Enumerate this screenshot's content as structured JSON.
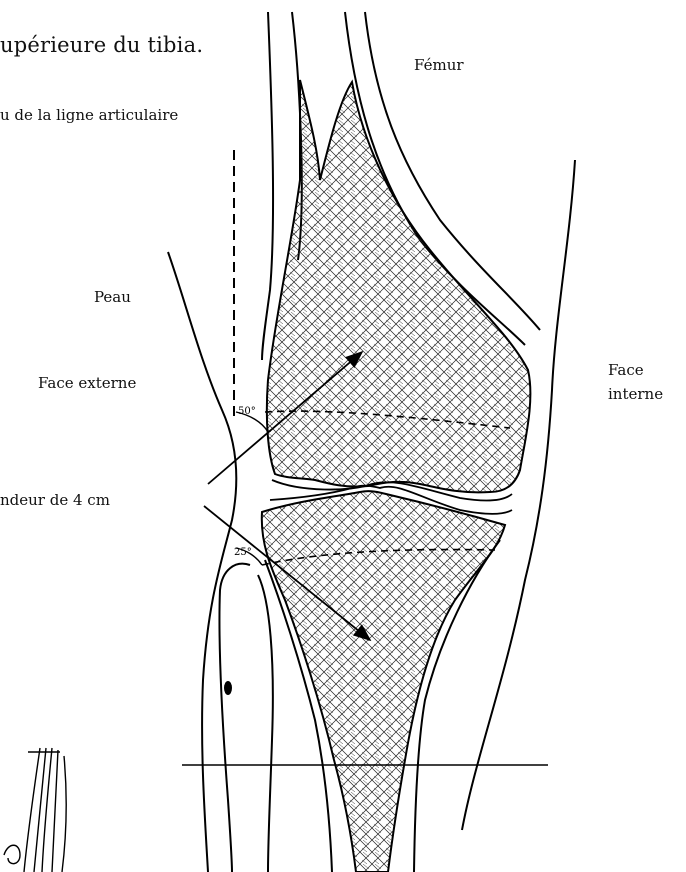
{
  "header": {
    "title": "upérieure du tibia.",
    "subtitle": "u de la ligne articulaire"
  },
  "labels": {
    "femur": "Fémur",
    "peau": "Peau",
    "face_externe": "Face externe",
    "face_interne_1": "Face",
    "face_interne_2": "interne",
    "depth": "ndeur de 4 cm"
  },
  "angles": {
    "upper": "50°",
    "lower": "25°"
  }
}
